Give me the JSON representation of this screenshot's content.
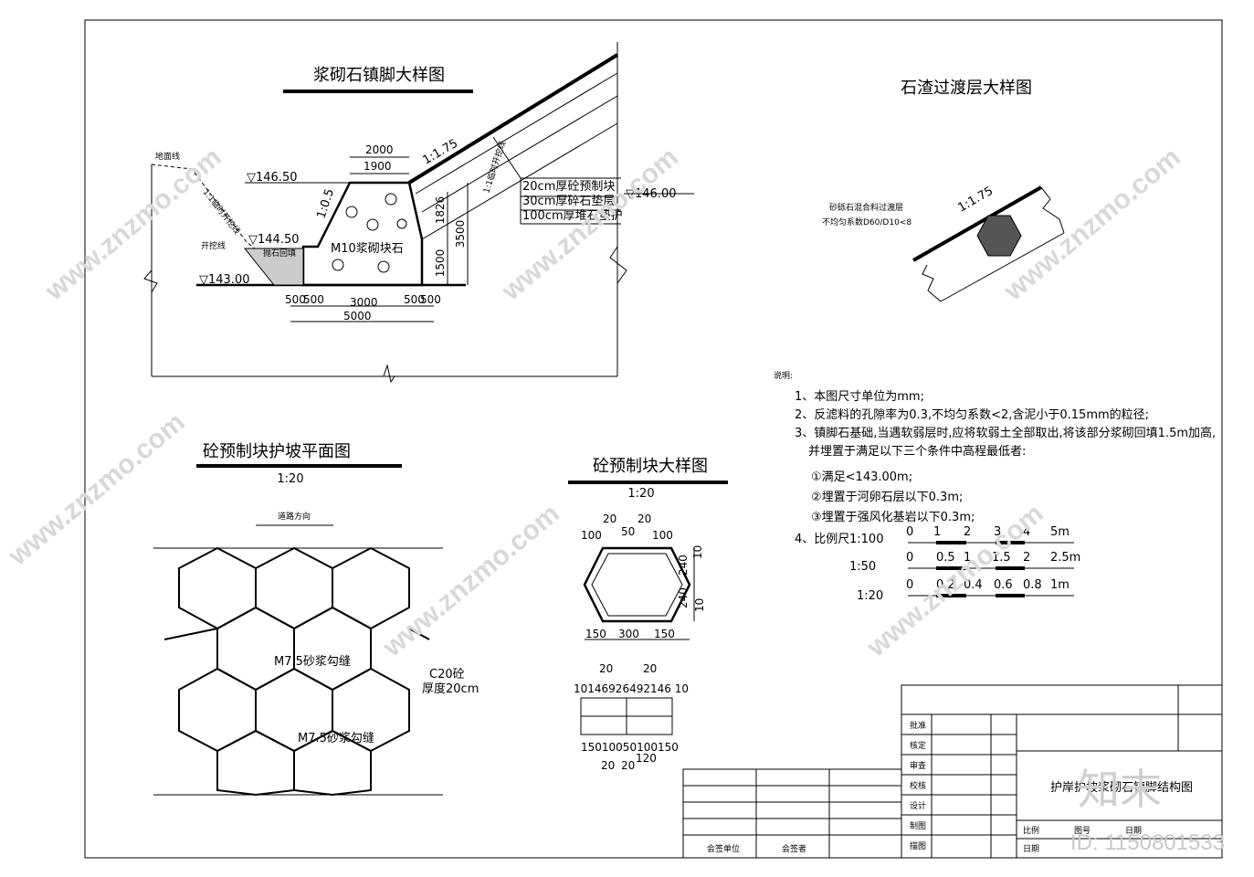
{
  "titles": {
    "anchor": "浆砌石镇脚大样图",
    "transition": "石渣过渡层大样图",
    "plan": "砼预制块护坡平面图",
    "plan_scale": "1:20",
    "block": "砼预制块大样图",
    "block_scale": "1:20"
  },
  "anchor": {
    "ground_line": "地面线",
    "excavation_line": "开挖线",
    "temp_slope": "1:1临时开挖线",
    "temp_slope2": "1:1临时开挖线",
    "rubble": "抛石回填",
    "elev1": "▽146.50",
    "elev2": "▽144.50",
    "elev3": "▽143.00",
    "elev4": "▽146.00",
    "body": "M10浆砌块石",
    "slope_back": "1:0.5",
    "slope_face": "1:1.75",
    "layers": [
      "20cm厚砼预制块",
      "30cm厚碎石垫层",
      "100cm厚堆石垫护"
    ],
    "dims_top": [
      "2000",
      "1900"
    ],
    "dims_vert": [
      "1826",
      "3500",
      "1500"
    ],
    "dims_bottom": [
      "500",
      "500",
      "3000",
      "500",
      "500",
      "5000"
    ]
  },
  "transition": {
    "label1": "砂砾石混合料过渡层",
    "label2": "不均匀系数D60/D10<8",
    "slope": "1:1.75"
  },
  "plan": {
    "road_dir": "道路方向",
    "mortar1": "M7.5砂浆勾缝",
    "mortar2": "M7.5砂浆勾缝",
    "concrete": "C20砼",
    "thickness": "厚度20cm"
  },
  "block": {
    "top_dims": [
      "20",
      "20",
      "100",
      "50",
      "100"
    ],
    "right_dims": [
      "10",
      "240",
      "240",
      "10"
    ],
    "bottom_dims": [
      "150",
      "300",
      "150"
    ],
    "sec_top": [
      "20",
      "20"
    ],
    "sec_row": "10146926492146 10",
    "sec_bottom": "15010050100150",
    "sec_bottom2": [
      "120",
      "20",
      "20"
    ]
  },
  "notes": {
    "heading": "说明:",
    "items": [
      "1、本图尺寸单位为mm;",
      "2、反滤料的孔隙率为0.3,不均匀系数<2,含泥小于0.15mm的粒径;",
      "3、镇脚石基础,当遇软弱层时,应将软弱土全部取出,将该部分浆砌回填1.5m加高,",
      "并埋置于满足以下三个条件中高程最低者:",
      "①满足<143.00m;",
      "②埋置于河卵石层以下0.3m;",
      "③埋置于强风化基岩以下0.3m;",
      "4、比例尺"
    ],
    "scales": [
      {
        "ratio": "1:100",
        "ticks": [
          "0",
          "1",
          "2",
          "3",
          "4",
          "5m"
        ]
      },
      {
        "ratio": "1:50",
        "ticks": [
          "0",
          "0.5",
          "1",
          "1.5",
          "2",
          "2.5m"
        ]
      },
      {
        "ratio": "1:20",
        "ticks": [
          "0",
          "0.2",
          "0.4",
          "0.6",
          "0.8",
          "1m"
        ]
      }
    ]
  },
  "titleblock": {
    "roles": [
      "批准",
      "核定",
      "审查",
      "校核",
      "设计",
      "制图",
      "描图"
    ],
    "drawing_title": "护岸护坡浆砌石镇脚结构图",
    "bottom_labels": [
      "比例",
      "日期",
      "图号",
      "日期"
    ],
    "sign_labels": [
      "会签单位",
      "会签者"
    ]
  },
  "watermark": {
    "text": "www.znzmo.com",
    "brand": "知末",
    "id": "ID: 1150801533"
  }
}
